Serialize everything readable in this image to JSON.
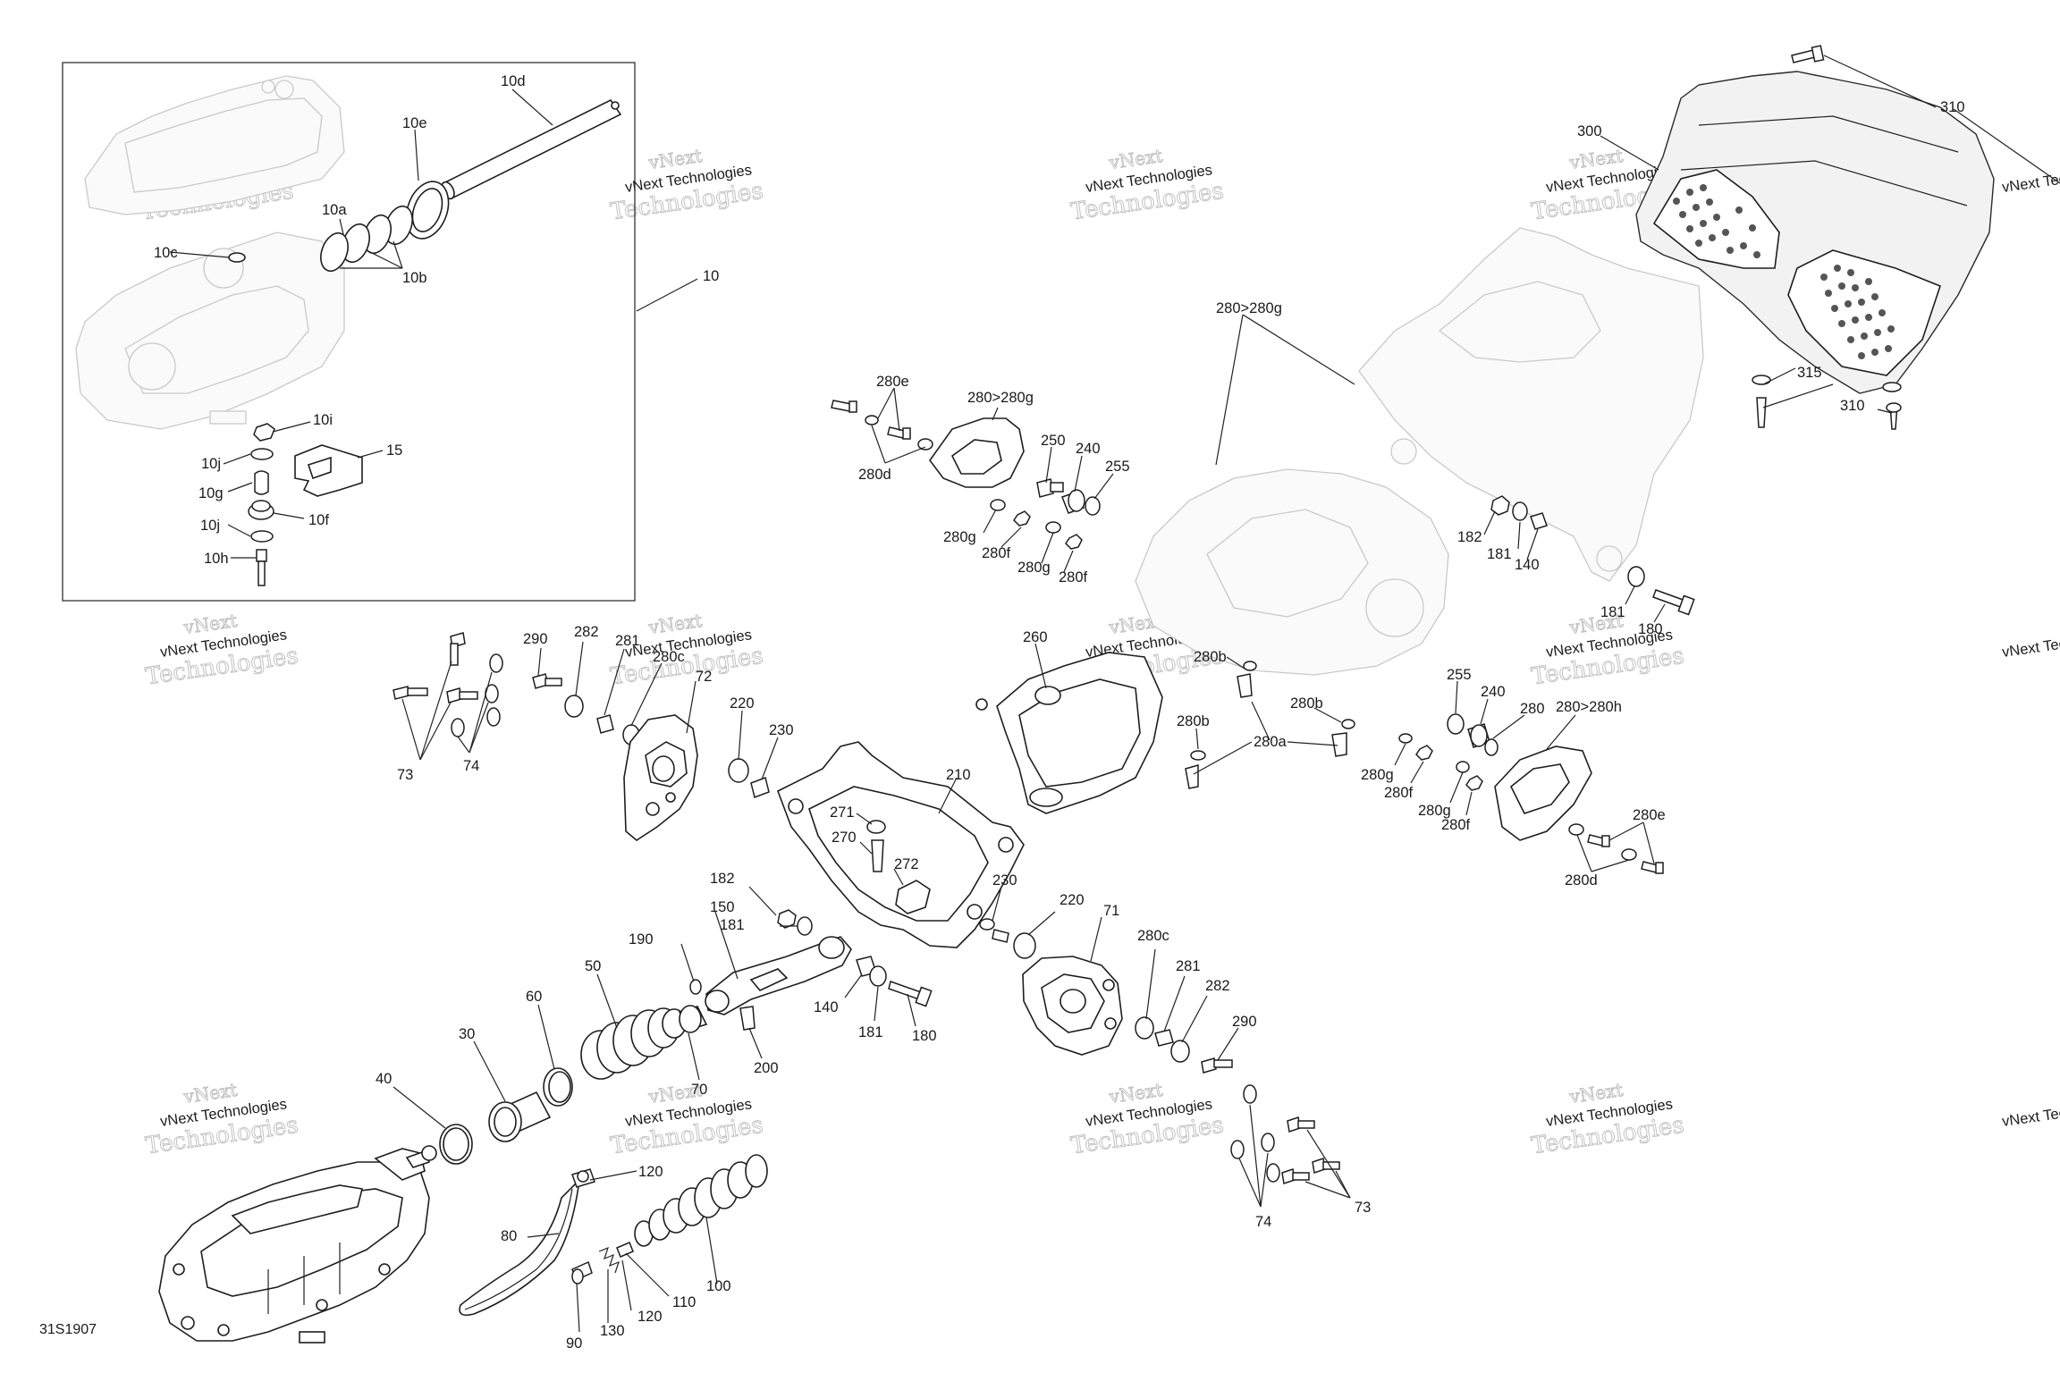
{
  "diagram": {
    "code": "31S1907",
    "watermark": {
      "line1": "vNext Technologies",
      "line2": "Technologies",
      "small": "vNext"
    },
    "labels": {
      "l10d": "10d",
      "l10e": "10e",
      "l10a": "10a",
      "l10c": "10c",
      "l10b": "10b",
      "l10": "10",
      "l10i": "10i",
      "l10j_a": "10j",
      "l10g": "10g",
      "l10j_b": "10j",
      "l10f": "10f",
      "l10h": "10h",
      "l15": "15",
      "l300": "300",
      "l310_a": "310",
      "l310_b": "310",
      "l315": "315",
      "l280_280g_a": "280>280g",
      "l280_280g_b": "280>280g",
      "l280e_a": "280e",
      "l280d_a": "280d",
      "l250": "250",
      "l240_a": "240",
      "l255_a": "255",
      "l280g_a": "280g",
      "l280f_a": "280f",
      "l280g_b": "280g",
      "l280f_b": "280f",
      "l182_a": "182",
      "l181_a": "181",
      "l140_a": "140",
      "l181_b": "181",
      "l180_a": "180",
      "l290_a": "290",
      "l282_a": "282",
      "l281_a": "281",
      "l280c_a": "280c",
      "l72": "72",
      "l73_a": "73",
      "l74_a": "74",
      "l220_a": "220",
      "l230_a": "230",
      "l260": "260",
      "l280b_a": "280b",
      "l280b_b": "280b",
      "l280b_c": "280b",
      "l280a": "280a",
      "l210": "210",
      "l271": "271",
      "l270": "270",
      "l272": "272",
      "l255_b": "255",
      "l240_b": "240",
      "l280_b": "280",
      "l280_280h": "280>280h",
      "l280g_c": "280g",
      "l280f_c": "280f",
      "l280g_d": "280g",
      "l280f_d": "280f",
      "l280e_b": "280e",
      "l280d_b": "280d",
      "l182_b": "182",
      "l181_c": "181",
      "l150": "150",
      "l190": "190",
      "l140_b": "140",
      "l181_d": "181",
      "l180_b": "180",
      "l200": "200",
      "l230_b": "230",
      "l220_b": "220",
      "l71": "71",
      "l280c_b": "280c",
      "l281_b": "281",
      "l282_b": "282",
      "l290_b": "290",
      "l50": "50",
      "l60": "60",
      "l30": "30",
      "l40": "40",
      "l70": "70",
      "l73_b": "73",
      "l74_b": "74",
      "l120_a": "120",
      "l80": "80",
      "l100": "100",
      "l110": "110",
      "l120_b": "120",
      "l130": "130",
      "l90": "90"
    }
  }
}
